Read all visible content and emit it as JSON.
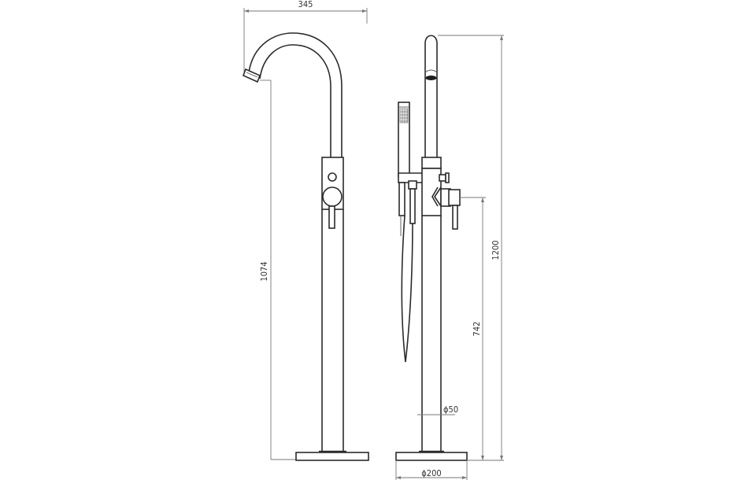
{
  "drawing": {
    "title": "Freestanding bath/shower mixer - technical dimension drawing",
    "views": [
      {
        "name": "front-view",
        "description": "Gooseneck spout freestanding mixer, front elevation"
      },
      {
        "name": "side-view",
        "description": "Side elevation with handheld shower, hose and control lever"
      }
    ],
    "dimensions": {
      "spout_reach": "345",
      "spout_outlet_height": "1074",
      "overall_height": "1200",
      "lever_height": "742",
      "column_diameter": "ϕ50",
      "base_diameter": "ϕ200"
    },
    "colors": {
      "line": "#2b2b2b",
      "dimension_line": "#777777",
      "background": "#ffffff"
    }
  }
}
